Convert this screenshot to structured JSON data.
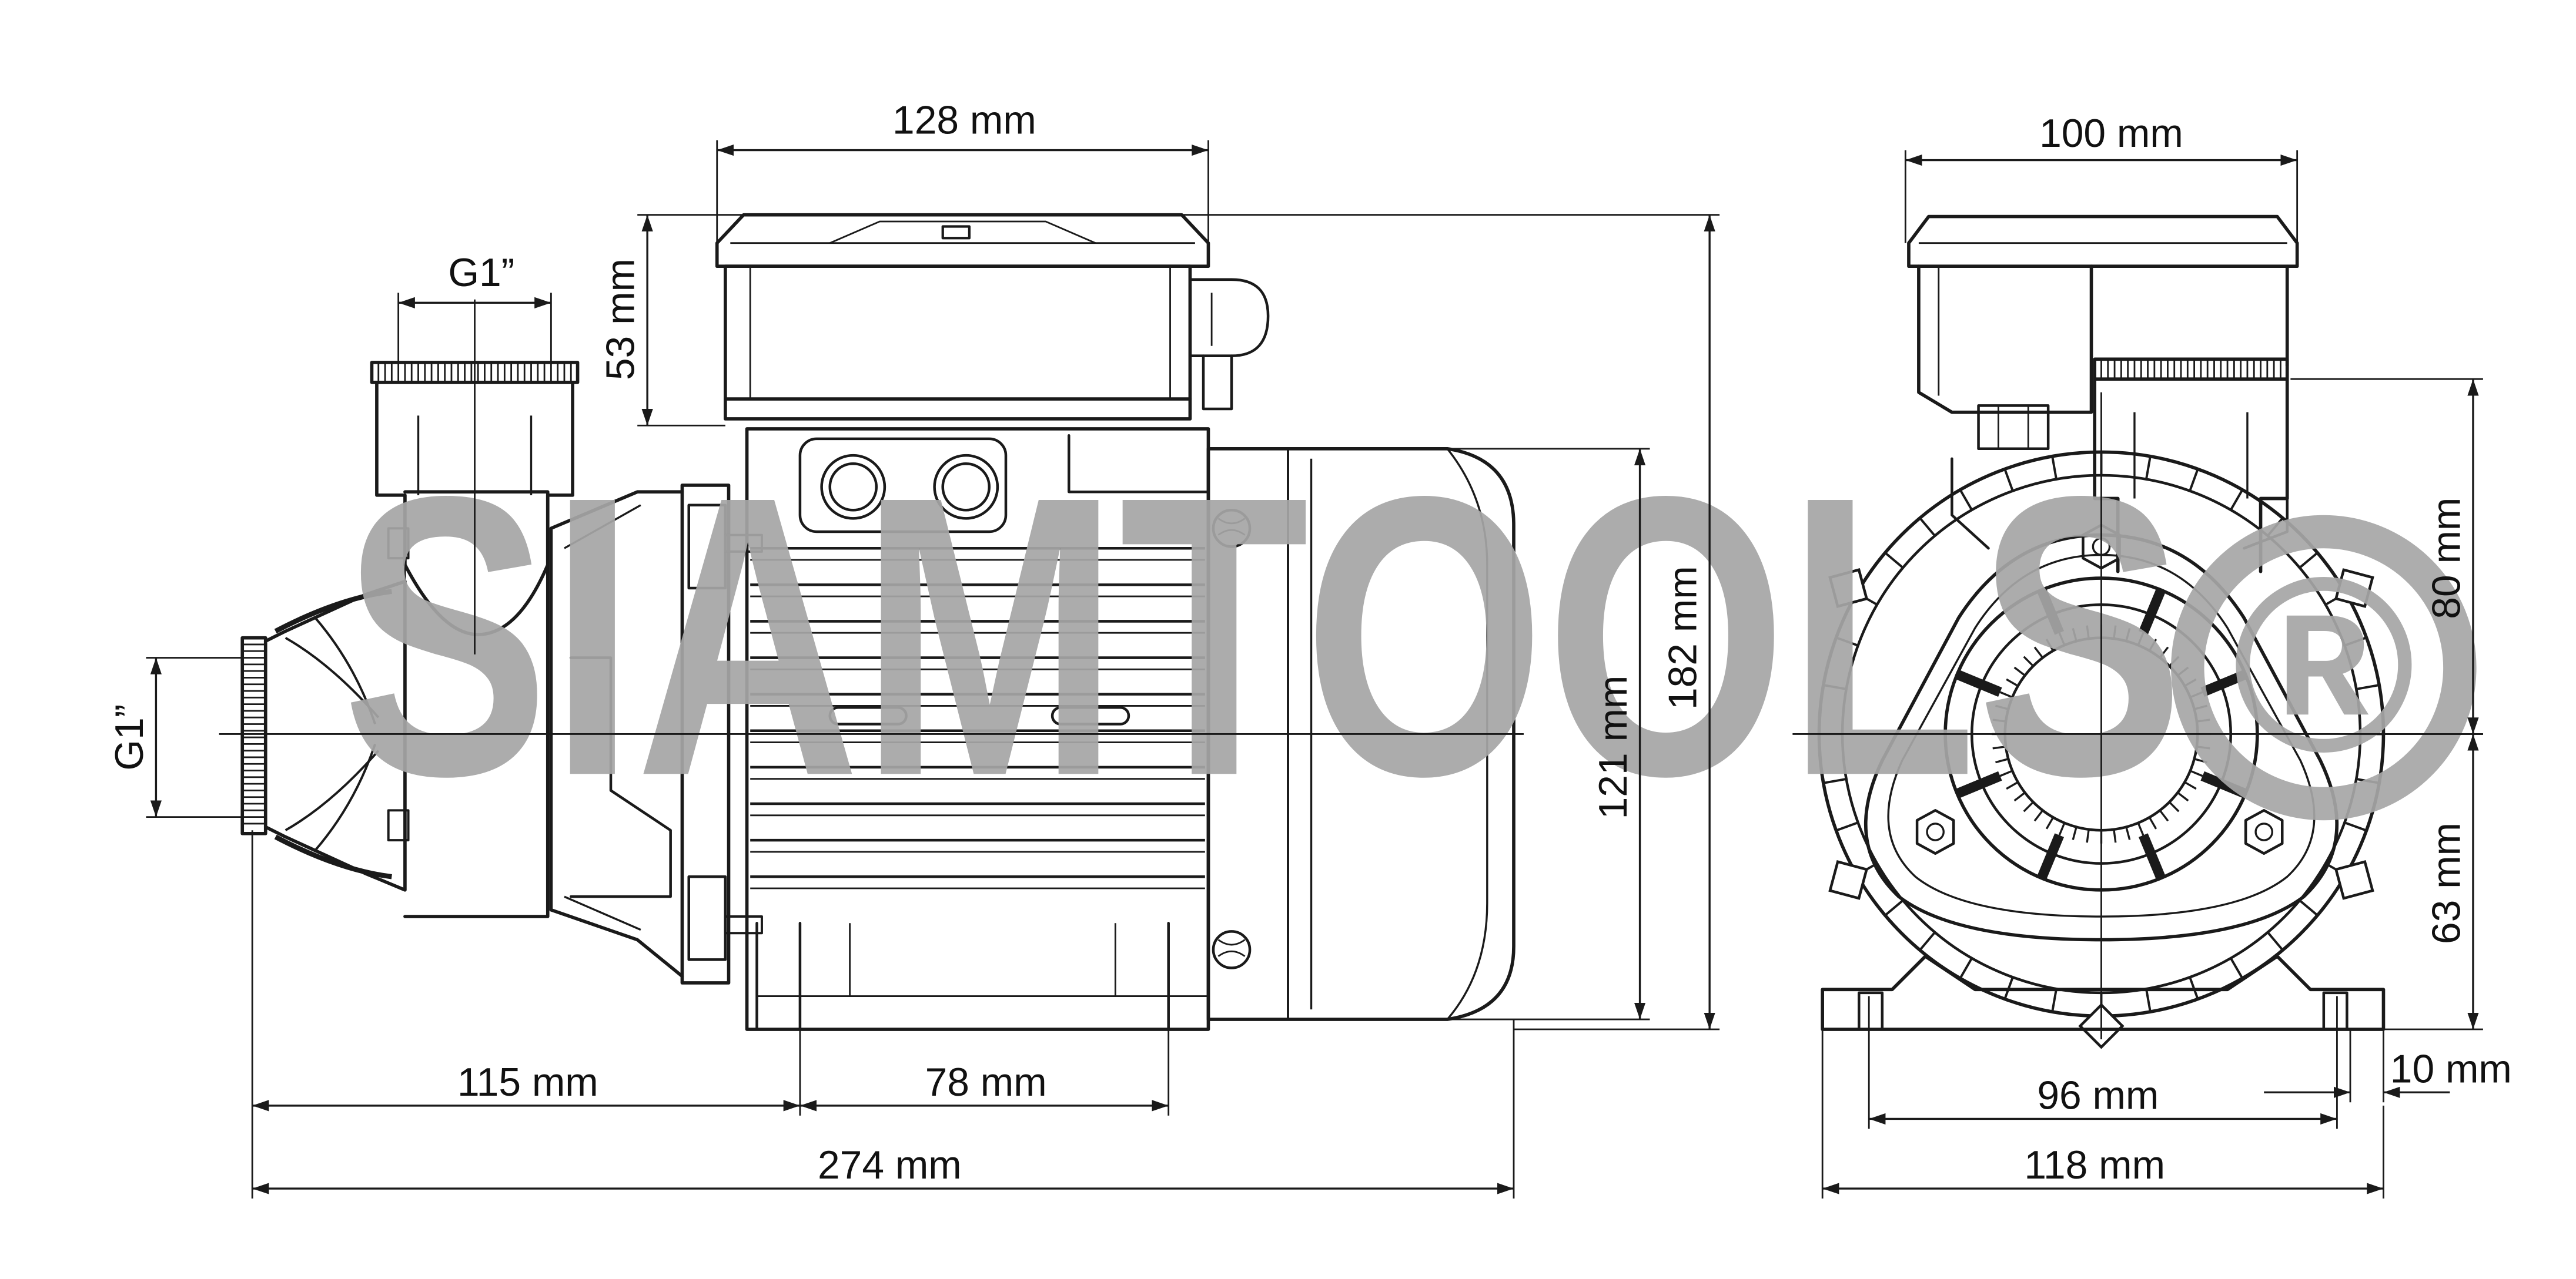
{
  "watermark": {
    "text": "SIAMTOOLS",
    "symbol": "®",
    "color": "#a6a6a6"
  },
  "side_view": {
    "dims": {
      "top_width": "128 mm",
      "box_height": "53 mm",
      "outlet_thread": "G1”",
      "inlet_thread": "G1”",
      "motor_height": "121 mm",
      "total_height": "182 mm",
      "inlet_to_foot": "115 mm",
      "foot_span": "78 mm",
      "total_length": "274 mm"
    }
  },
  "front_view": {
    "dims": {
      "box_width": "100 mm",
      "outlet_height": "80 mm",
      "axis_height": "63 mm",
      "foot_hole_span": "96 mm",
      "foot_width": "118 mm",
      "foot_slot": "10 mm"
    }
  }
}
